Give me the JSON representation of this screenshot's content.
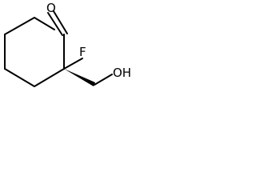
{
  "molecule": {
    "atoms": {
      "oxygen_carbonyl": "O",
      "fluorine": "F",
      "hydroxyl": "OH"
    },
    "bond_types": {
      "carbonyl": "double",
      "c2_to_ch2": "bold-wedge"
    }
  }
}
